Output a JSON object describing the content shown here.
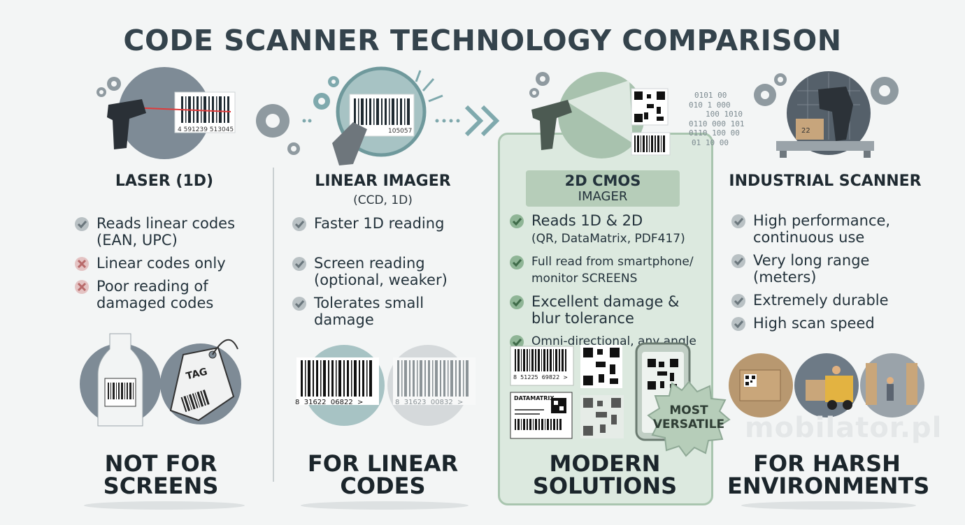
{
  "title": "CODE SCANNER TECHNOLOGY COMPARISON",
  "columns": [
    {
      "name": "LASER (1D)",
      "subtitle": "",
      "hero_barcode": "4 591239 513045",
      "features": [
        {
          "icon": "check-icon",
          "text": "Reads linear codes (EAN, UPC)"
        },
        {
          "icon": "cross-icon",
          "text": "Linear codes only"
        },
        {
          "icon": "cross-icon",
          "text": "Poor reading of damaged codes"
        }
      ],
      "tag_label": "TAG",
      "verdict_line1": "NOT FOR",
      "verdict_line2": "SCREENS"
    },
    {
      "name": "LINEAR IMAGER",
      "subtitle": "(CCD, 1D)",
      "hero_barcode": "105057",
      "features": [
        {
          "icon": "check-icon",
          "text": "Faster 1D reading"
        },
        {
          "icon": "check-icon",
          "text": "Screen reading (optional, weaker)"
        },
        {
          "icon": "check-icon",
          "text": "Tolerates small damage"
        }
      ],
      "sample_barcode_1": "8  31622  06822  >",
      "sample_barcode_2": "8  31623  00832  >",
      "verdict_line1": "FOR LINEAR",
      "verdict_line2": "CODES"
    },
    {
      "name_line1": "2D CMOS",
      "name_line2": "IMAGER",
      "binary_lines": [
        "0101 00",
        "010 1 000",
        "100 1010",
        "0110 000 101",
        "0110 100 00",
        "01 10 00"
      ],
      "features": [
        {
          "icon": "check-icon",
          "text": "Reads 1D & 2D",
          "sub": "(QR, DataMatrix, PDF417)"
        },
        {
          "icon": "check-icon",
          "text": "Full read from smartphone/ monitor SCREENS"
        },
        {
          "icon": "check-icon",
          "text": "Excellent damage & blur tolerance"
        },
        {
          "icon": "check-icon",
          "text": "Omni-directional, any angle"
        }
      ],
      "sample_barcode": "8  51225  69822  >",
      "datamatrix_label": "DATAMATRIX",
      "badge_line1": "MOST",
      "badge_line2": "VERSATILE",
      "verdict_line1": "MODERN",
      "verdict_line2": "SOLUTIONS"
    },
    {
      "name": "INDUSTRIAL SCANNER",
      "subtitle": "",
      "features": [
        {
          "icon": "check-icon",
          "text": "High performance, continuous use"
        },
        {
          "icon": "check-icon",
          "text": "Very long range (meters)"
        },
        {
          "icon": "check-icon",
          "text": "Extremely durable"
        },
        {
          "icon": "check-icon",
          "text": "High scan speed"
        }
      ],
      "verdict_line1": "FOR HARSH",
      "verdict_line2": "ENVIRONMENTS"
    }
  ],
  "watermark": "mobilator.pl",
  "colors": {
    "check": "#8b969b",
    "cross": "#c58585",
    "accent_green": "#b6cdb9",
    "panel_green": "#dce9df",
    "text_dark": "#1b252b"
  }
}
